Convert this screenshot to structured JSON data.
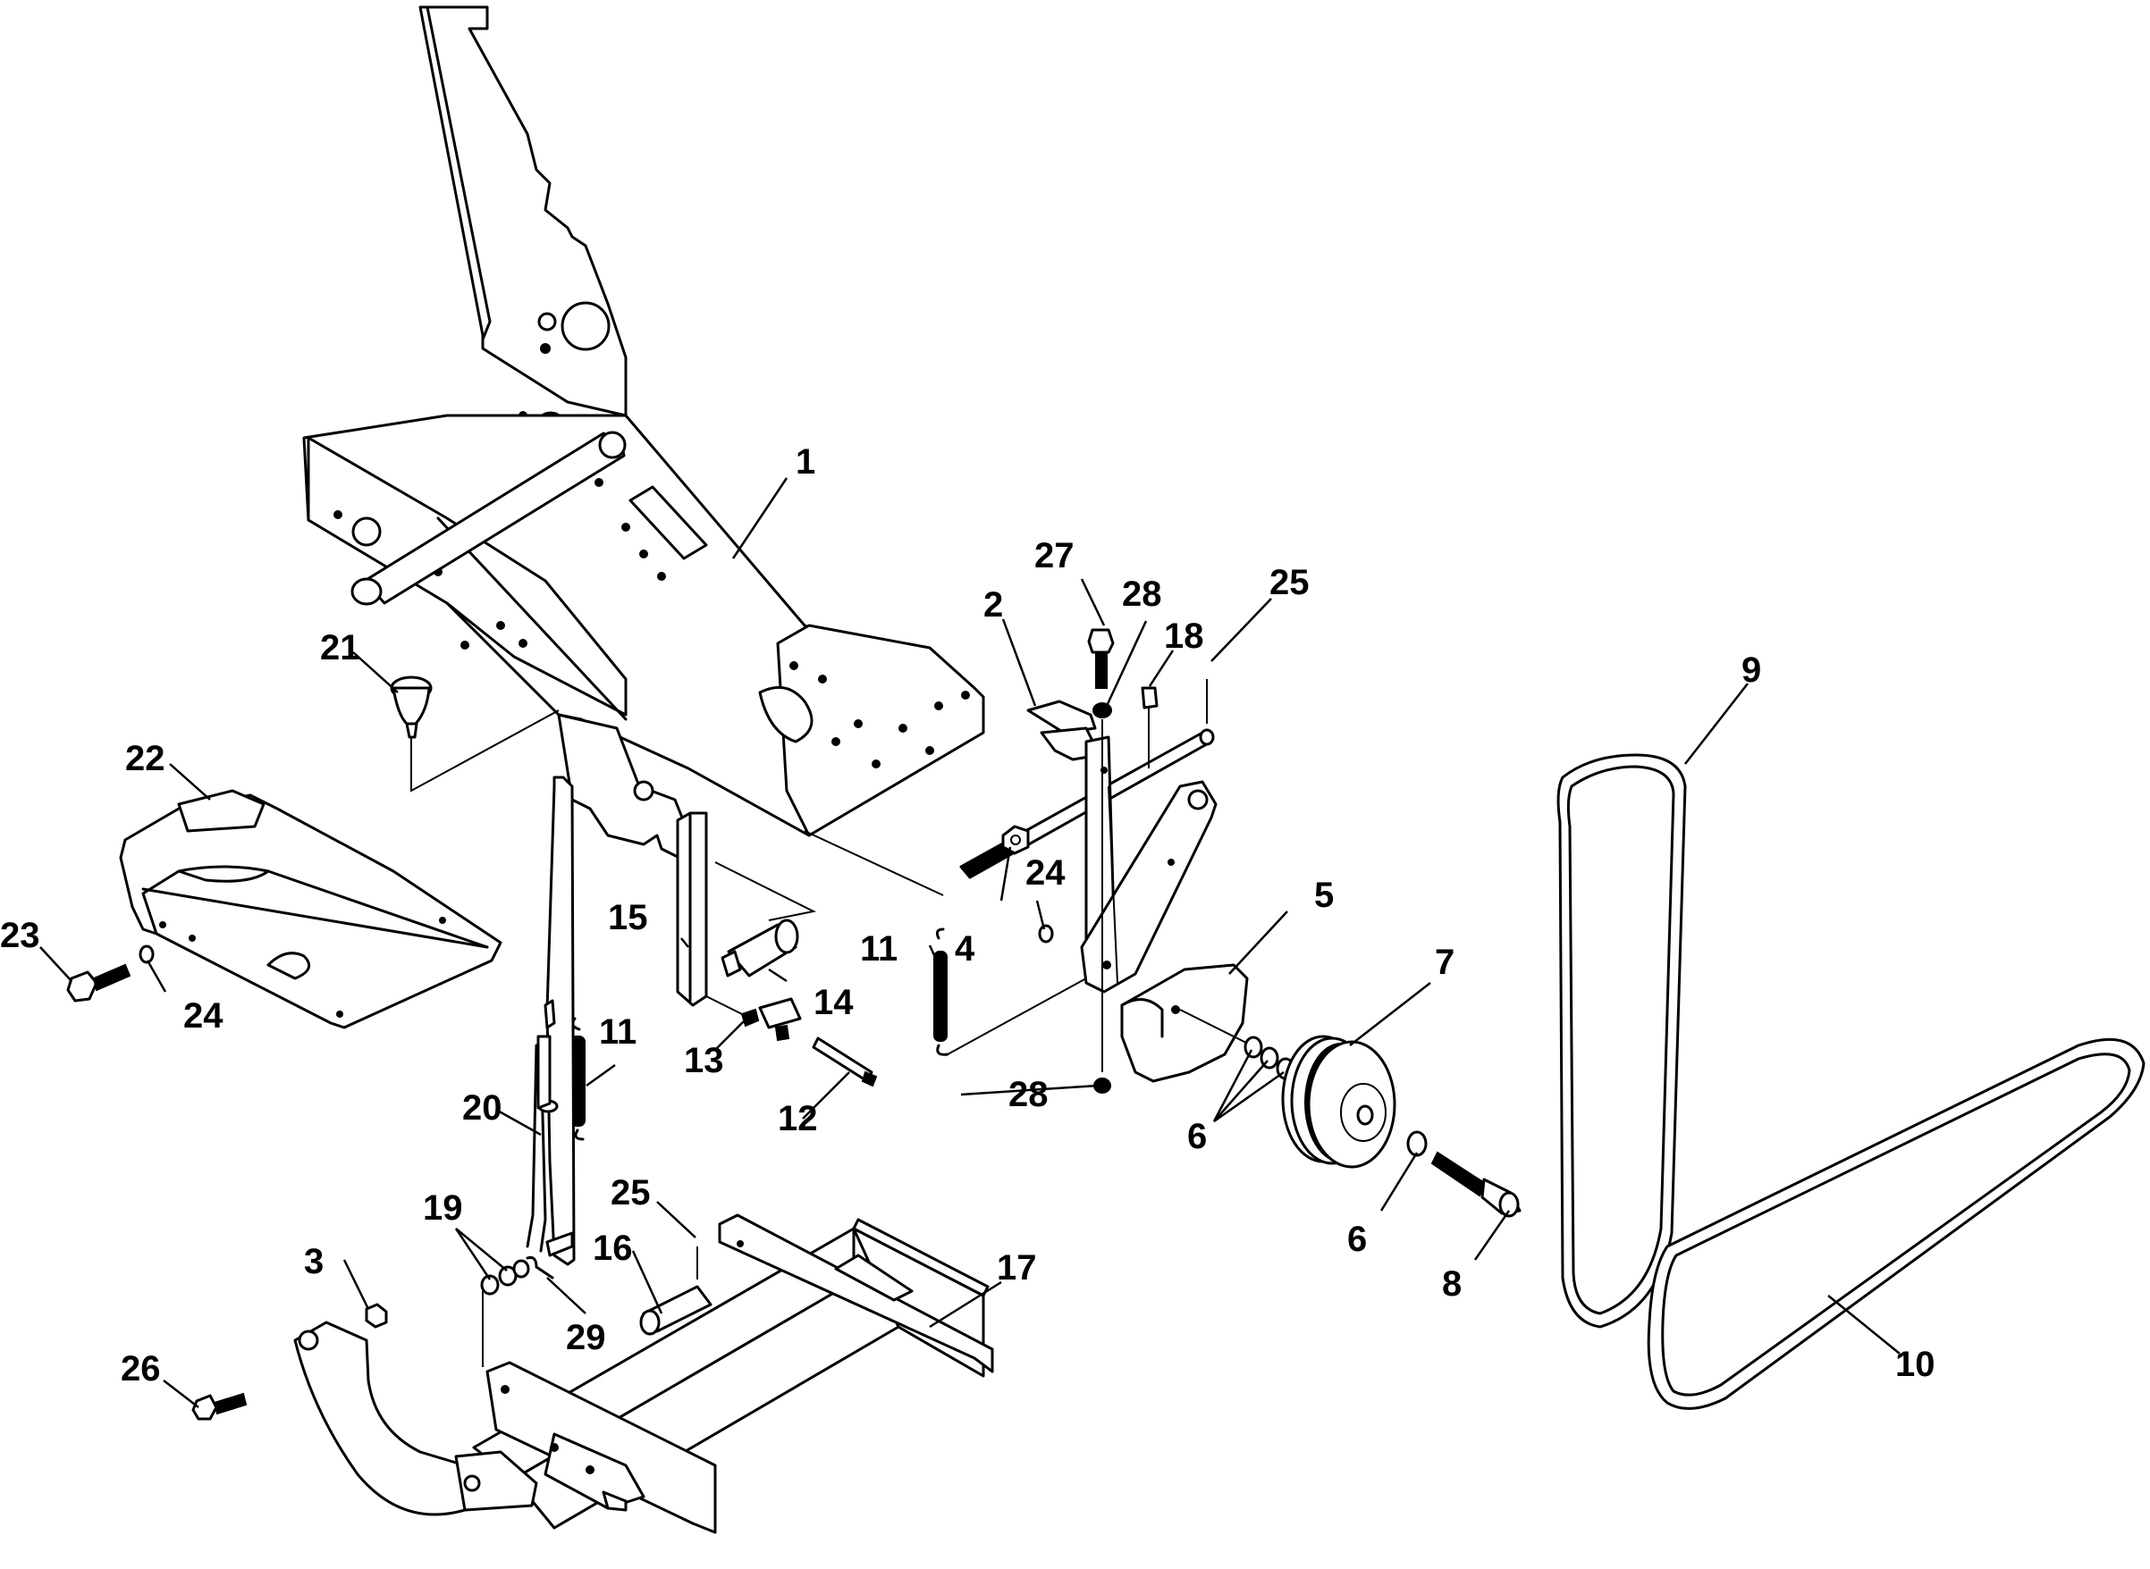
{
  "diagram": {
    "callouts": [
      {
        "id": "c1",
        "label": "1"
      },
      {
        "id": "c2",
        "label": "2"
      },
      {
        "id": "c3",
        "label": "3"
      },
      {
        "id": "c4",
        "label": "4"
      },
      {
        "id": "c5",
        "label": "5"
      },
      {
        "id": "c6a",
        "label": "6"
      },
      {
        "id": "c6b",
        "label": "6"
      },
      {
        "id": "c7",
        "label": "7"
      },
      {
        "id": "c8",
        "label": "8"
      },
      {
        "id": "c9",
        "label": "9"
      },
      {
        "id": "c10",
        "label": "10"
      },
      {
        "id": "c11a",
        "label": "11"
      },
      {
        "id": "c11b",
        "label": "11"
      },
      {
        "id": "c12",
        "label": "12"
      },
      {
        "id": "c13",
        "label": "13"
      },
      {
        "id": "c14",
        "label": "14"
      },
      {
        "id": "c15",
        "label": "15"
      },
      {
        "id": "c16",
        "label": "16"
      },
      {
        "id": "c17",
        "label": "17"
      },
      {
        "id": "c18",
        "label": "18"
      },
      {
        "id": "c19",
        "label": "19"
      },
      {
        "id": "c20",
        "label": "20"
      },
      {
        "id": "c21",
        "label": "21"
      },
      {
        "id": "c22",
        "label": "22"
      },
      {
        "id": "c23",
        "label": "23"
      },
      {
        "id": "c24a",
        "label": "24"
      },
      {
        "id": "c24b",
        "label": "24"
      },
      {
        "id": "c25a",
        "label": "25"
      },
      {
        "id": "c25b",
        "label": "25"
      },
      {
        "id": "c26",
        "label": "26"
      },
      {
        "id": "c27",
        "label": "27"
      },
      {
        "id": "c28a",
        "label": "28"
      },
      {
        "id": "c28b",
        "label": "28"
      },
      {
        "id": "c29",
        "label": "29"
      }
    ]
  }
}
